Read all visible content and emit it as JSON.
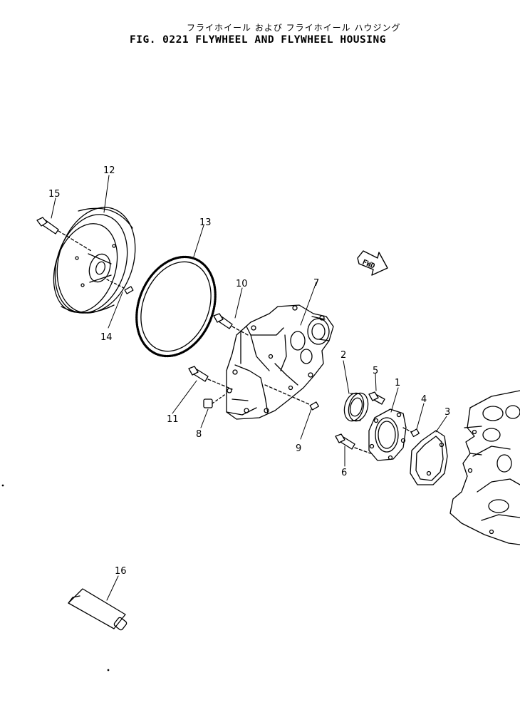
{
  "title": {
    "japanese": "フライホイール および フライホイール ハウジング",
    "english": "FIG. 0221  FLYWHEEL AND FLYWHEEL HOUSING"
  },
  "fwd_label": "FWD",
  "callouts": [
    {
      "id": "c1",
      "label": "1"
    },
    {
      "id": "c2",
      "label": "2"
    },
    {
      "id": "c3",
      "label": "3"
    },
    {
      "id": "c4",
      "label": "4"
    },
    {
      "id": "c5",
      "label": "5"
    },
    {
      "id": "c6",
      "label": "6"
    },
    {
      "id": "c7",
      "label": "7"
    },
    {
      "id": "c8",
      "label": "8"
    },
    {
      "id": "c9",
      "label": "9"
    },
    {
      "id": "c10",
      "label": "10"
    },
    {
      "id": "c11",
      "label": "11"
    },
    {
      "id": "c12",
      "label": "12"
    },
    {
      "id": "c13",
      "label": "13"
    },
    {
      "id": "c14",
      "label": "14"
    },
    {
      "id": "c15",
      "label": "15"
    },
    {
      "id": "c16",
      "label": "16"
    }
  ]
}
